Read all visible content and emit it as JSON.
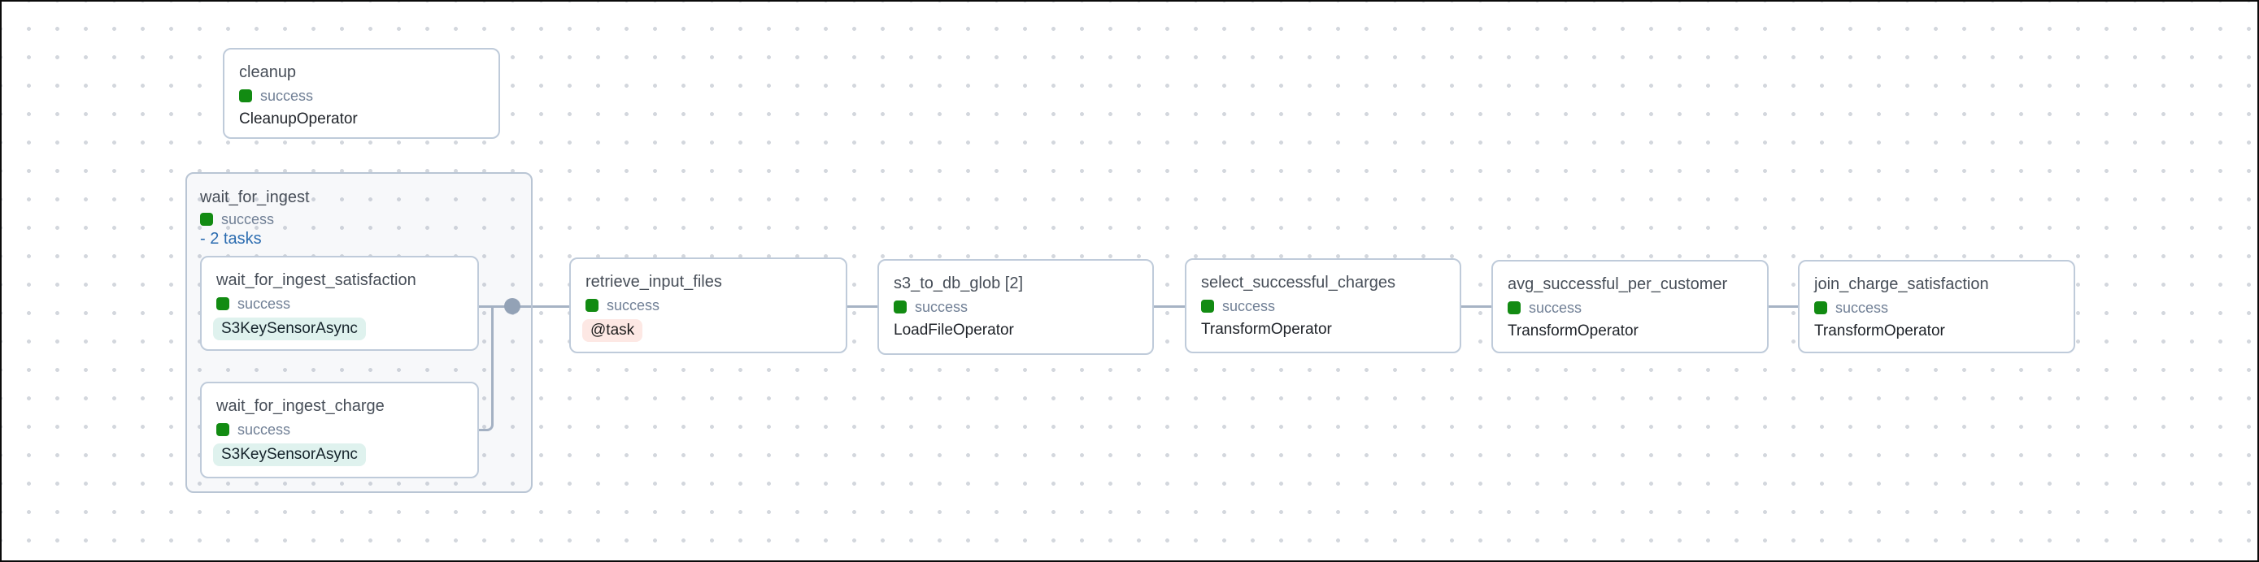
{
  "view": {
    "name": "airflow-dag-graph-view",
    "colors": {
      "success_green": "#128b12",
      "status_text_gray": "#718096",
      "link_blue": "#2b6cb0",
      "edge_gray_blue": "#a6b3c4",
      "node_border": "#bfcbda",
      "task_decorator_pill_bg": "#fde8e4",
      "sensor_pill_bg": "#dff2ee",
      "grid_dot": "#d3d7dd"
    }
  },
  "cleanup_node": {
    "title": "cleanup",
    "status": "success",
    "operator": "CleanupOperator"
  },
  "group": {
    "title": "wait_for_ingest",
    "status": "success",
    "tasks_toggle": "- 2 tasks",
    "children": [
      {
        "title": "wait_for_ingest_satisfaction",
        "status": "success",
        "operator": "S3KeySensorAsync"
      },
      {
        "title": "wait_for_ingest_charge",
        "status": "success",
        "operator": "S3KeySensorAsync"
      }
    ]
  },
  "chain": [
    {
      "title": "retrieve_input_files",
      "status": "success",
      "operator": "@task"
    },
    {
      "title": "s3_to_db_glob [2]",
      "status": "success",
      "operator": "LoadFileOperator"
    },
    {
      "title": "select_successful_charges",
      "status": "success",
      "operator": "TransformOperator"
    },
    {
      "title": "avg_successful_per_customer",
      "status": "success",
      "operator": "TransformOperator"
    },
    {
      "title": "join_charge_satisfaction",
      "status": "success",
      "operator": "TransformOperator"
    }
  ]
}
